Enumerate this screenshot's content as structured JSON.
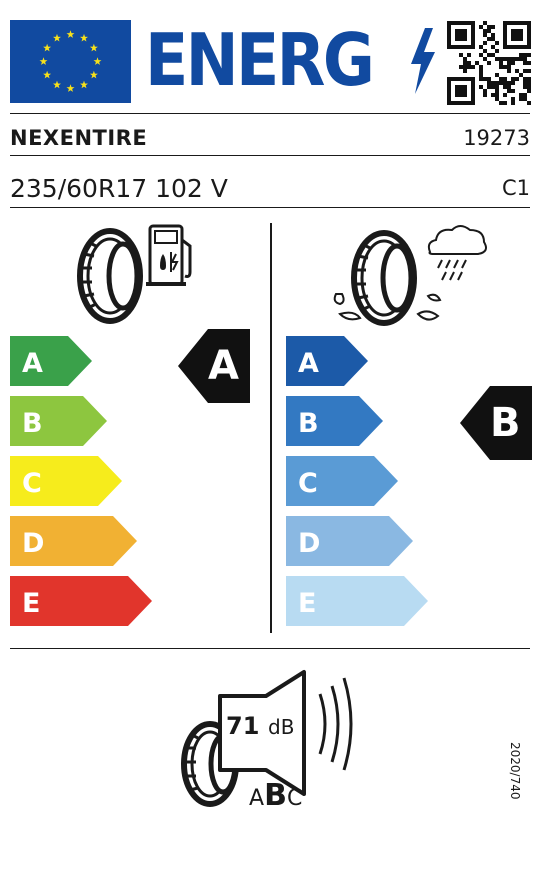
{
  "header": {
    "title": "ENERG",
    "icons": [
      "eu-flag",
      "lightning-bolt-icon",
      "qr-code"
    ]
  },
  "supplier": "NEXENTIRE",
  "type_identifier": "19273",
  "tyre_size": "235/60R17 102 V",
  "tyre_class": "C1",
  "fuel_efficiency": {
    "icon": "tyre-fuel-pump-icon",
    "scale": [
      "A",
      "B",
      "C",
      "D",
      "E"
    ],
    "colors": [
      "#3aa14a",
      "#8dc63f",
      "#f6ec1c",
      "#f1b133",
      "#e1352c"
    ],
    "rating": "A"
  },
  "wet_grip": {
    "icon": "tyre-rain-cloud-icon",
    "scale": [
      "A",
      "B",
      "C",
      "D",
      "E"
    ],
    "colors": [
      "#1c5aa8",
      "#3379c2",
      "#5a9bd5",
      "#8ab8e2",
      "#b8dbf2"
    ],
    "rating": "B"
  },
  "noise": {
    "value": "71",
    "unit": "dB",
    "classes": [
      "A",
      "B",
      "C"
    ],
    "class": "B"
  },
  "regulation": "2020/740"
}
